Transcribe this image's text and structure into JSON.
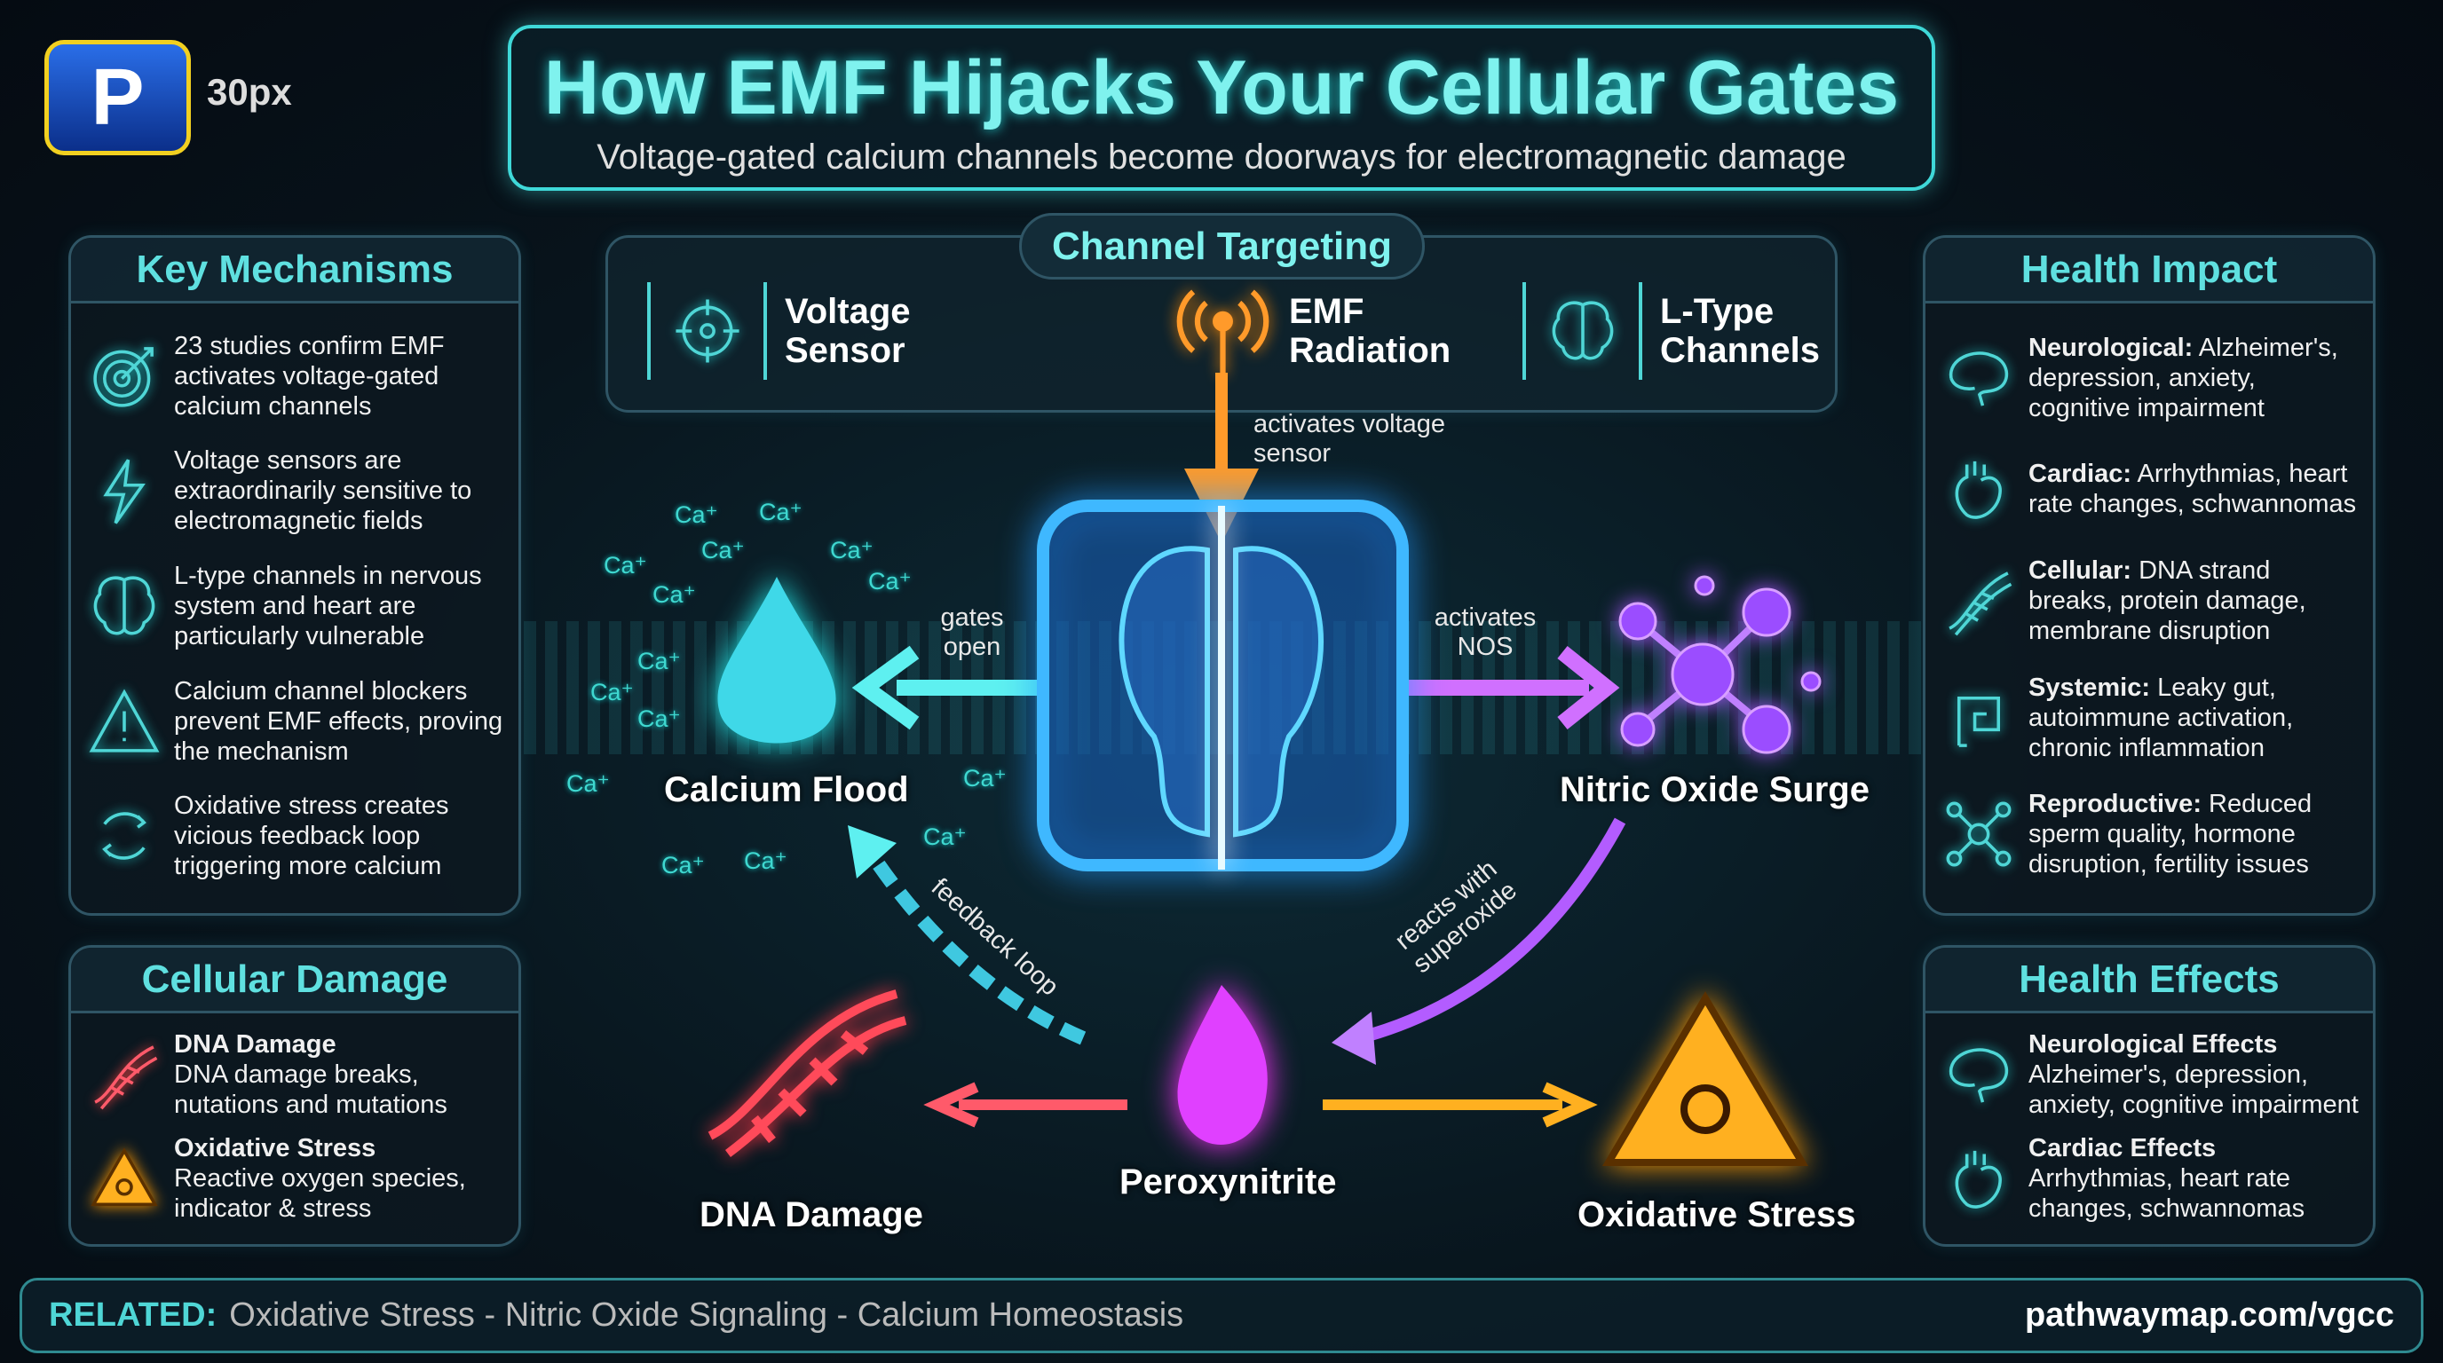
{
  "brand": {
    "logo_letter": "P",
    "size_label": "30px"
  },
  "header": {
    "title": "How EMF Hijacks Your Cellular Gates",
    "subtitle": "Voltage-gated calcium channels become doorways for electromagnetic damage"
  },
  "key_mechanisms": {
    "title": "Key Mechanisms",
    "items": [
      {
        "icon": "target-icon",
        "text": "23 studies confirm EMF activates voltage-gated calcium channels"
      },
      {
        "icon": "lightning-icon",
        "text": "Voltage sensors are extraordinarily sensitive to electromagnetic fields"
      },
      {
        "icon": "brain-icon",
        "text": "L-type channels in nervous system and heart are particularly vulnerable"
      },
      {
        "icon": "warning-icon",
        "text": "Calcium channel blockers prevent EMF effects, proving the mechanism"
      },
      {
        "icon": "cycle-icon",
        "text": "Oxidative stress creates vicious feedback loop triggering more calcium"
      }
    ]
  },
  "channel_targeting": {
    "title": "Channel Targeting",
    "items": [
      {
        "icon": "crosshair-icon",
        "label": "Voltage Sensor"
      },
      {
        "icon": "antenna-icon",
        "label": "EMF Radiation"
      },
      {
        "icon": "brain-icon",
        "label": "L-Type Channels"
      }
    ]
  },
  "health_impact": {
    "title": "Health Impact",
    "items": [
      {
        "icon": "brain-icon",
        "bold": "Neurological:",
        "text": " Alzheimer's, depression, anxiety, cognitive impairment"
      },
      {
        "icon": "heart-icon",
        "bold": "Cardiac:",
        "text": " Arrhythmias, heart rate changes, schwannomas"
      },
      {
        "icon": "dna-icon",
        "bold": "Cellular:",
        "text": " DNA strand breaks, protein damage, membrane disruption"
      },
      {
        "icon": "intestine-icon",
        "bold": "Systemic:",
        "text": " Leaky gut, autoimmune activation, chronic inflammation"
      },
      {
        "icon": "molecule-icon",
        "bold": "Reproductive:",
        "text": " Reduced sperm quality, hormone disruption, fertility issues"
      }
    ]
  },
  "cellular_damage": {
    "title": "Cellular Damage",
    "items": [
      {
        "icon": "dna-icon",
        "title": "DNA Damage",
        "text": "DNA damage breaks, nutations and mutations",
        "color": "#ff5a6a"
      },
      {
        "icon": "biohazard-icon",
        "title": "Oxidative Stress",
        "text": "Reactive oxygen species, indicator & stress",
        "color": "#ffb020"
      }
    ]
  },
  "health_effects": {
    "title": "Health Effects",
    "items": [
      {
        "icon": "brain-icon",
        "title": "Neurological Effects",
        "text": "Alzheimer's, depression, anxiety, cognitive impairment"
      },
      {
        "icon": "heart-icon",
        "title": "Cardiac Effects",
        "text": "Arrhythmias, heart rate changes, schwannomas"
      }
    ]
  },
  "diagram": {
    "nodes": {
      "calcium": "Calcium Flood",
      "nitric": "Nitric Oxide Surge",
      "peroxy": "Peroxynitrite",
      "dna": "DNA Damage",
      "oxidative": "Oxidative Stress"
    },
    "edges": {
      "emf": "activates voltage sensor",
      "gates": "gates open",
      "nos": "activates NOS",
      "feedback": "feedback loop",
      "reacts": "reacts with superoxide"
    },
    "ion_label": "Ca⁺",
    "colors": {
      "cyan": "#3fe0e8",
      "purple": "#b35cff",
      "orange": "#ff9a2a",
      "red": "#ff5a6a",
      "gold": "#ffb020"
    }
  },
  "footer": {
    "related_label": "RELATED:",
    "related": "Oxidative Stress - Nitric Oxide Signaling - Calcium Homeostasis",
    "url": "pathwaymap.com/vgcc"
  }
}
